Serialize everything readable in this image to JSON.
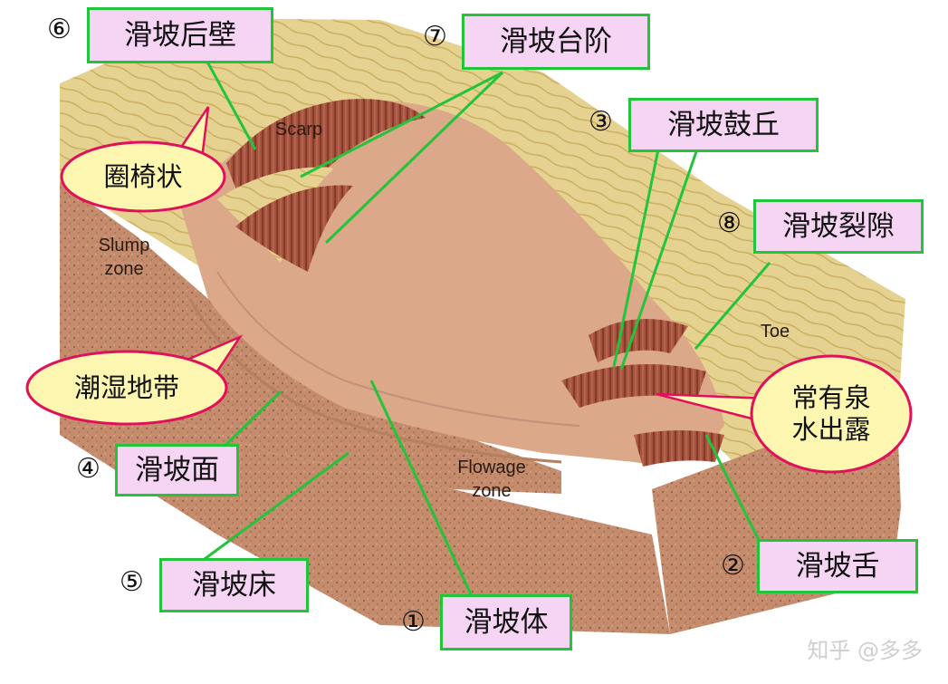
{
  "labels": {
    "b1": {
      "num": "①",
      "text": "滑坡体"
    },
    "b2": {
      "num": "②",
      "text": "滑坡舌"
    },
    "b3": {
      "num": "③",
      "text": "滑坡鼓丘"
    },
    "b4": {
      "num": "④",
      "text": "滑坡面"
    },
    "b5": {
      "num": "⑤",
      "text": "滑坡床"
    },
    "b6": {
      "num": "⑥",
      "text": "滑坡后壁"
    },
    "b7": {
      "num": "⑦",
      "text": "滑坡台阶"
    },
    "b8": {
      "num": "⑧",
      "text": "滑坡裂隙"
    }
  },
  "bubbles": {
    "chair": "圈椅状",
    "wet": "潮湿地带",
    "spring": "常有泉\n水出露"
  },
  "diagram_labels": {
    "scarp": "Scarp",
    "slump": "Slump\nzone",
    "flowage": "Flowage\nzone",
    "toe": "Toe"
  },
  "watermark": "知乎 @多多",
  "colors": {
    "label_fill": "#f5d5f3",
    "label_border": "#22c43a",
    "leader_line": "#22c43a",
    "bubble_fill": "#fdf6b0",
    "bubble_border": "#e0105a",
    "terrain_top": "#e8d48a",
    "soil_face": "#c98f6e",
    "slide_body": "#deab8c"
  }
}
